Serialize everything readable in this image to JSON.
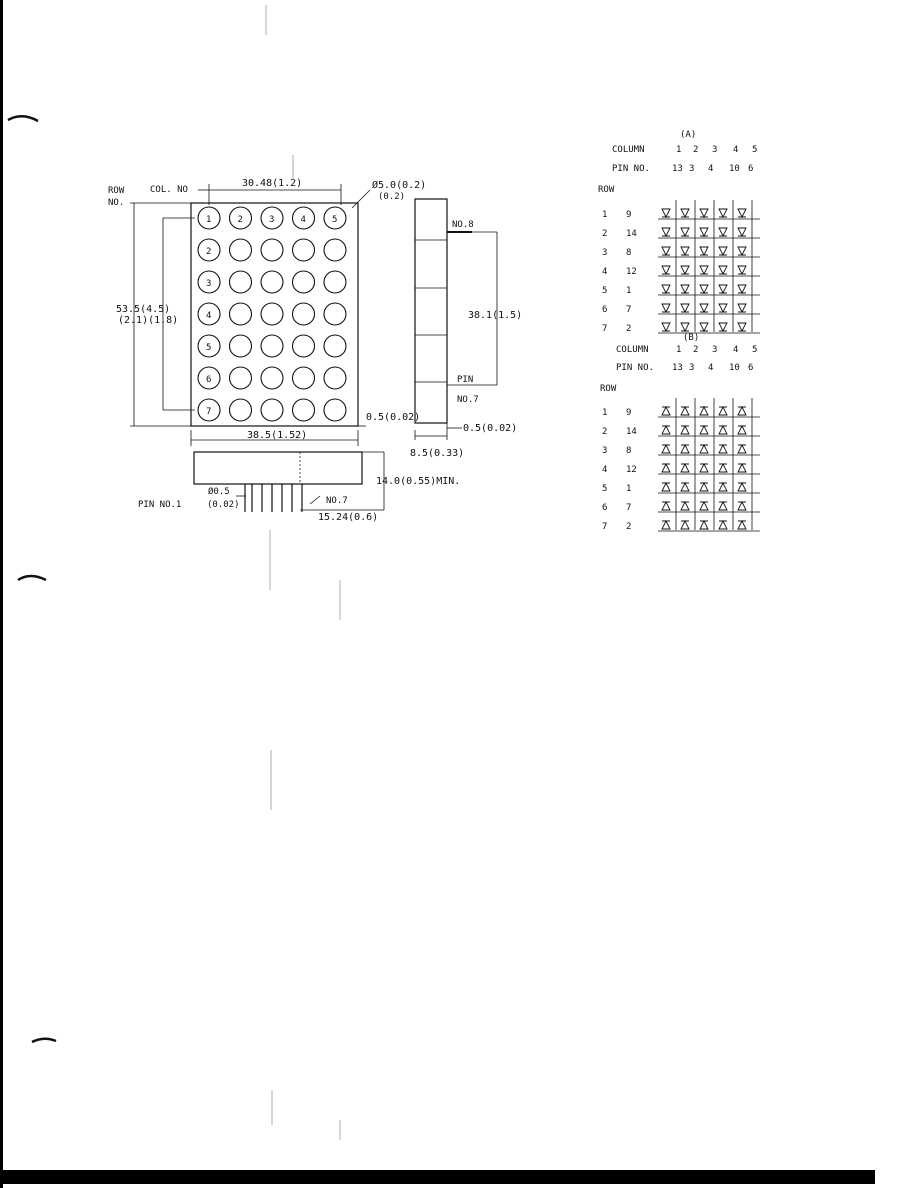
{
  "drawing": {
    "row_no_label": [
      "ROW",
      "NO."
    ],
    "col_no_label": "COL. NO",
    "width_dim": "30.48(1.2)",
    "dot_dim": [
      "Ø5.0(0.2)",
      "(0.2)"
    ],
    "height_dim": [
      "53.5(4.5)",
      "(2.1)(1.8)"
    ],
    "total_width_dim": "38.5(1.52)",
    "gap_dim": "0.5(0.02)",
    "side_no8": "NO.8",
    "side_height_dim": "38.1(1.5)",
    "side_pin": "PIN",
    "side_no7": "NO.7",
    "side_gap_dim": "0.5(0.02)",
    "side_depth_dim": "8.5(0.33)",
    "pin_no1": "PIN NO.1",
    "pin_dia": [
      "Ø0.5",
      "(0.02)"
    ],
    "pin_no7": "NO.7",
    "pin_len_dim": "14.0(0.55)MIN.",
    "pin_pitch_dim": "15.24(0.6)",
    "col_numbers": [
      "1",
      "2",
      "3",
      "4",
      "5"
    ],
    "row_numbers": [
      "2",
      "3",
      "4",
      "5",
      "6",
      "7"
    ]
  },
  "table_a": {
    "title": "(A)",
    "column_label": "COLUMN",
    "pin_label": "PIN NO.",
    "row_label": "ROW",
    "columns": [
      "1",
      "2",
      "3",
      "4",
      "5"
    ],
    "column_pins": [
      "13",
      "3",
      "4",
      "10",
      "6"
    ],
    "rows": [
      "1",
      "2",
      "3",
      "4",
      "5",
      "6",
      "7"
    ],
    "row_pins": [
      "9",
      "14",
      "8",
      "12",
      "1",
      "7",
      "2"
    ]
  },
  "table_b": {
    "title": "(B)",
    "column_label": "COLUMN",
    "pin_label": "PIN NO.",
    "row_label": "ROW",
    "columns": [
      "1",
      "2",
      "3",
      "4",
      "5"
    ],
    "column_pins": [
      "13",
      "3",
      "4",
      "10",
      "6"
    ],
    "rows": [
      "1",
      "2",
      "3",
      "4",
      "5",
      "6",
      "7"
    ],
    "row_pins": [
      "9",
      "14",
      "8",
      "12",
      "1",
      "7",
      "2"
    ]
  }
}
